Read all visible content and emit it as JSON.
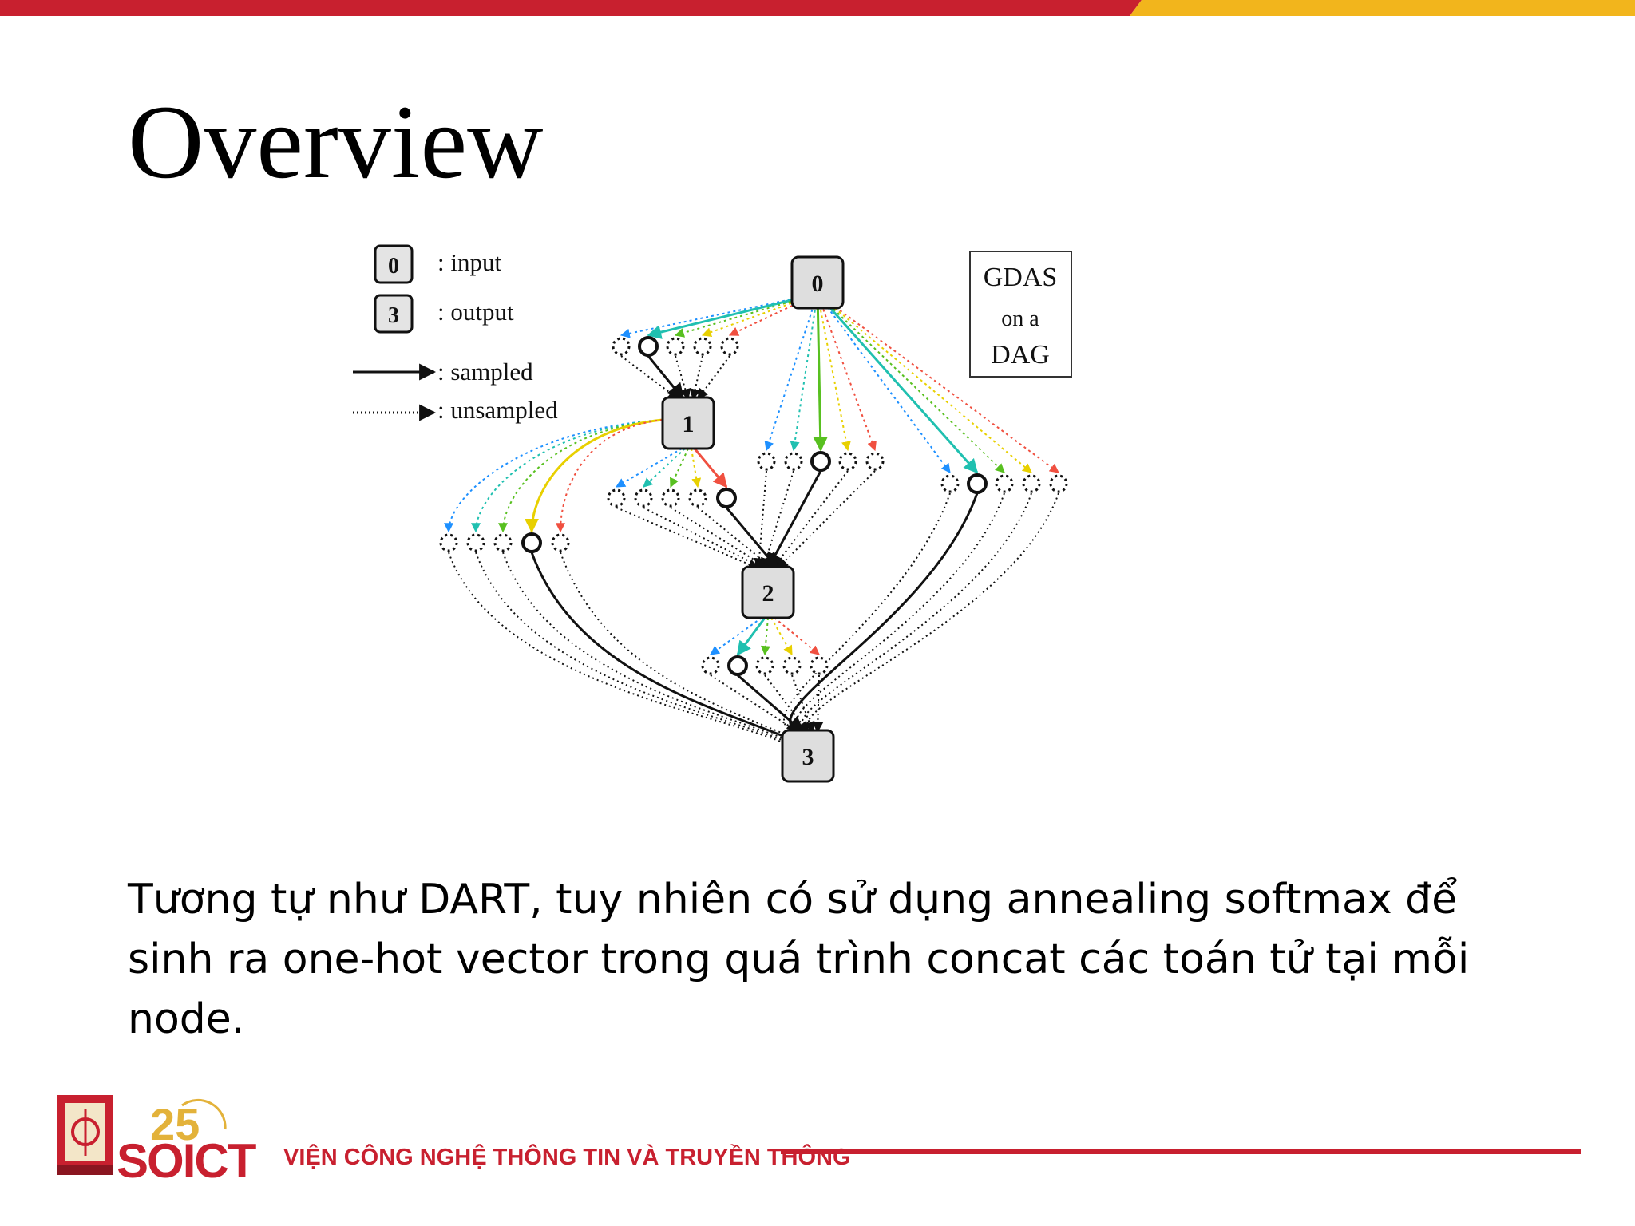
{
  "slide": {
    "title": "Overview",
    "body": "Tương tự như DART, tuy nhiên có sử dụng annealing softmax để sinh ra one-hot vector trong quá trình concat các toán tử tại mỗi node."
  },
  "diagram": {
    "legend": {
      "input_key": "0",
      "input_label": ": input",
      "output_key": "3",
      "output_label": ": output",
      "sampled_label": ": sampled",
      "unsampled_label": ": unsampled"
    },
    "box": {
      "line1": "GDAS",
      "line2": "on a",
      "line3": "DAG"
    },
    "nodes": [
      "0",
      "1",
      "2",
      "3"
    ],
    "op_colors": [
      "#1e90ff",
      "#20c0b0",
      "#58c020",
      "#e8d000",
      "#f05040"
    ]
  },
  "footer": {
    "brand": "SOICT",
    "anniversary": "25",
    "institute": "VIỆN CÔNG NGHỆ THÔNG TIN VÀ TRUYỀN THÔNG"
  },
  "colors": {
    "accent_red": "#c8202f",
    "accent_yellow": "#f2b51c"
  }
}
